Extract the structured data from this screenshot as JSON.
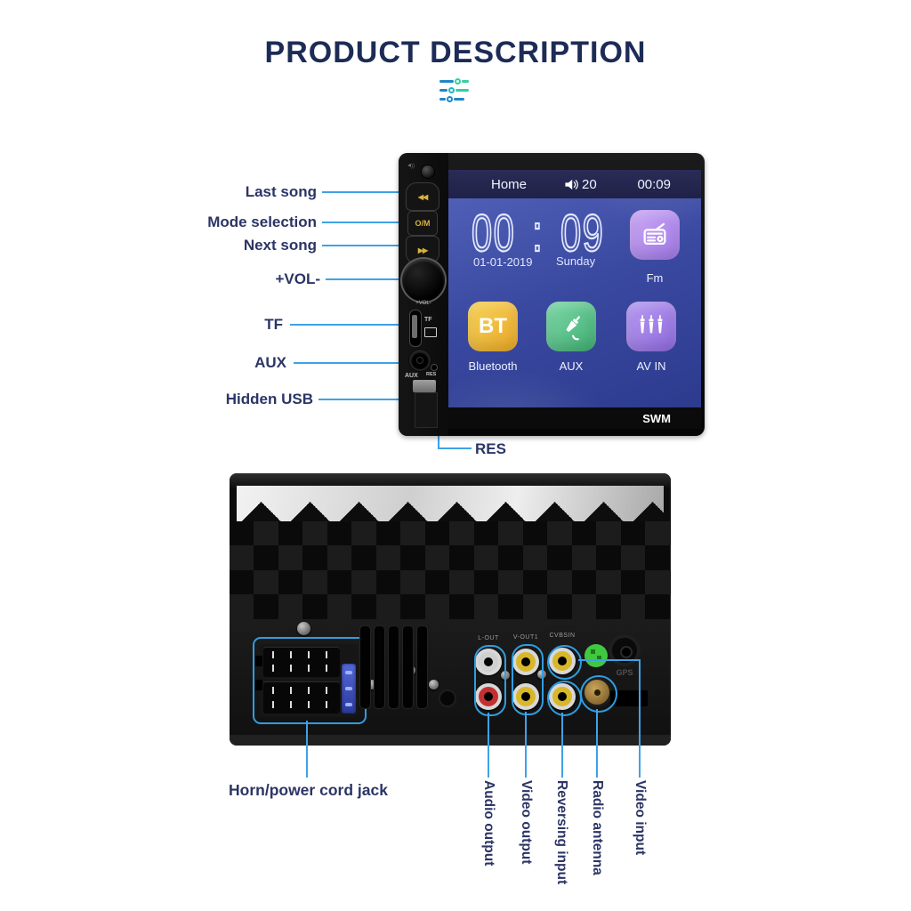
{
  "header": {
    "title": "PRODUCT DESCRIPTION"
  },
  "front_unit": {
    "controls": {
      "mode_button": "O/M",
      "volume_knob_mark": "+VOL-",
      "tf_mark": "TF",
      "aux_mark": "AUX",
      "res_mark": "RES"
    },
    "screen": {
      "status_bar": {
        "home": "Home",
        "volume_level": "20",
        "time": "00:09"
      },
      "clock": {
        "hours": "00",
        "separator": ":",
        "minutes": "09",
        "date": "01-01-2019",
        "day": "Sunday"
      },
      "apps": {
        "fm": "Fm",
        "bt_icon_text": "BT",
        "bluetooth": "Bluetooth",
        "aux": "AUX",
        "av_in": "AV IN"
      },
      "brand": "SWM"
    }
  },
  "front_callouts": {
    "last_song": "Last song",
    "mode_selection": "Mode selection",
    "next_song": "Next song",
    "volume": "+VOL-",
    "tf": "TF",
    "aux": "AUX",
    "hidden_usb": "Hidden USB",
    "res": "RES"
  },
  "back_unit": {
    "rca_labels": {
      "l_out": "L-OUT",
      "v_out1": "V-OUT1",
      "cvbs_in": "CVBSIN"
    },
    "gps": "GPS"
  },
  "back_callouts": {
    "horn": "Horn/power cord jack",
    "audio_output": "Audio output",
    "video_output": "Video output",
    "reversing_input": "Reversing input",
    "radio_antenna": "Radio antenna",
    "video_input": "Video input"
  },
  "colors": {
    "accent_line": "#3fa2e6",
    "callout_outline": "#2f9de0",
    "label_text": "#2b3565",
    "title_text": "#1d2c56"
  }
}
